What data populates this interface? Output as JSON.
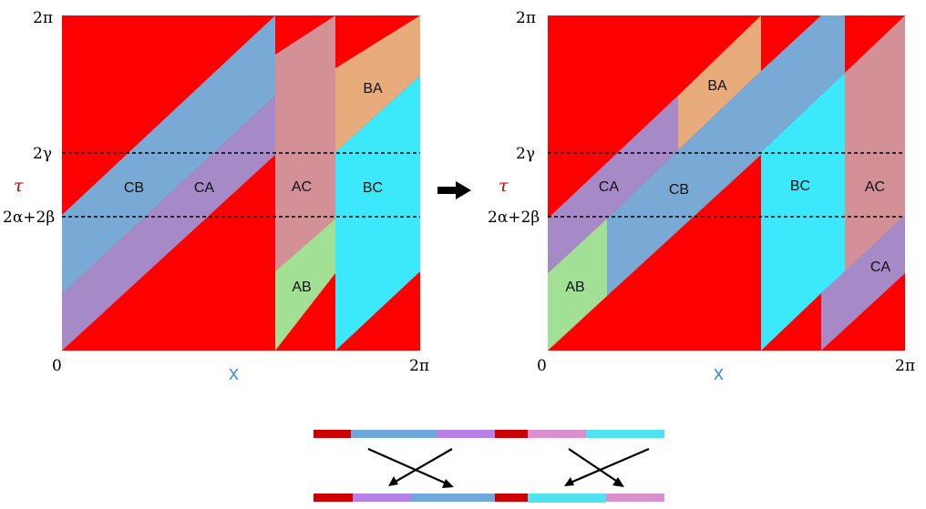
{
  "colors": {
    "background_red": "#ff0000",
    "CB": "#78aad5",
    "CA": "#a68ac8",
    "AC": "#d39096",
    "BA": "#e8ac7c",
    "BC": "#3ce8fc",
    "AB": "#a2e096",
    "x_axis_label": "#4a90d9",
    "tau_label": "#cc0000",
    "strip_red": "#cc0000",
    "strip_blue": "#6fa8dc",
    "strip_purple": "#b77fe8",
    "strip_pink": "#db8fcf",
    "strip_cyan": "#4fe3f2"
  },
  "axis_labels": {
    "y_top": "2π",
    "y_gamma": "2γ",
    "y_alpha_beta": "2α+2β",
    "tau": "τ",
    "origin": "0",
    "x_end": "2π",
    "x": "x"
  },
  "left_panel": {
    "regions": {
      "CB": "CB",
      "CA": "CA",
      "AC": "AC",
      "BA": "BA",
      "BC": "BC",
      "AB": "AB"
    }
  },
  "right_panel": {
    "regions": {
      "CA_upper": "CA",
      "CB": "CB",
      "BA": "BA",
      "BC": "BC",
      "AC": "AC",
      "CA_lower": "CA",
      "AB": "AB"
    }
  },
  "arrow": "right-arrow-icon",
  "strip_diagram": {
    "top_segments": [
      "red",
      "blue",
      "purple",
      "red",
      "pink",
      "cyan"
    ],
    "bottom_segments": [
      "red",
      "purple",
      "blue",
      "red",
      "cyan",
      "pink"
    ]
  }
}
